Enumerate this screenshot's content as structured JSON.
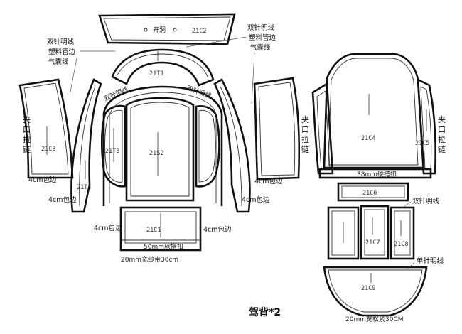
{
  "pieces": {
    "c2": {
      "code": "21C2",
      "note": "开洞"
    },
    "t1": {
      "code": "21T1"
    },
    "c3": {
      "code": "21C3"
    },
    "t4": {
      "code": "21T4"
    },
    "t3": {
      "code": "21T3"
    },
    "s2": {
      "code": "21S2"
    },
    "c1": {
      "code": "21C1"
    },
    "c4": {
      "code": "21C4"
    },
    "c5": {
      "code": "21C5"
    },
    "c6": {
      "code": "21C6"
    },
    "c7": {
      "code": "21C7"
    },
    "c8": {
      "code": "21C8"
    },
    "c9": {
      "code": "21C9"
    }
  },
  "notes": {
    "double_stitch_left": "双针明线",
    "plastic_piping_left": "塑料管边",
    "airbag_line_left": "气囊线",
    "double_stitch_top": "双针明线",
    "plastic_piping_top": "塑料管边",
    "airbag_line_top": "气囊线",
    "zipper_left": [
      "夹",
      "口",
      "拉",
      "链"
    ],
    "zipper_right": [
      "夹",
      "口",
      "拉",
      "链"
    ],
    "binding_1": "4cm包边",
    "binding_2": "4cm包边",
    "binding_3": "4cm包边",
    "binding_4": "4cm包边",
    "binding_5": "4cm包边",
    "binding_6": "4cm包边",
    "double_stitch_arc_left": "双针明线",
    "double_stitch_arc_right": "双针明线",
    "soft_hook": "50mm软搭扣",
    "hard_hook": "38mm硬搭扣",
    "elastic_30": "20mm宽纱带30cm",
    "double_stitch_right": "双针明线",
    "single_stitch_right": "单针明线",
    "elastic_loose": "20mm宽松紧30CM"
  },
  "title": "驾背*2"
}
